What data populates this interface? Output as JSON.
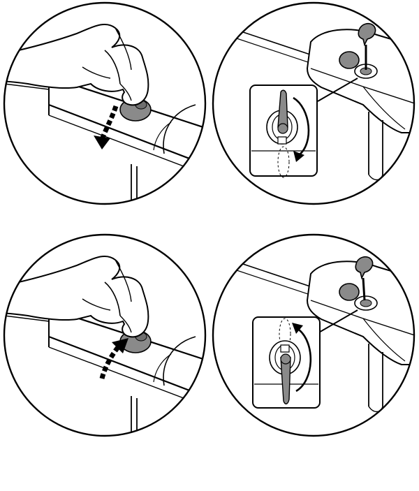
{
  "colors": {
    "line": "#000000",
    "knob": "#8a8a8a",
    "knob_dark": "#6f6f6f",
    "paper": "#ffffff",
    "arrow": "#000000"
  },
  "panels": [
    {
      "id": "top-left",
      "scene": "hand-turn",
      "direction": "down"
    },
    {
      "id": "top-right",
      "scene": "key-lock",
      "direction": "clockwise-down"
    },
    {
      "id": "bottom-left",
      "scene": "hand-turn",
      "direction": "up"
    },
    {
      "id": "bottom-right",
      "scene": "key-lock",
      "direction": "counterclockwise-up"
    }
  ]
}
